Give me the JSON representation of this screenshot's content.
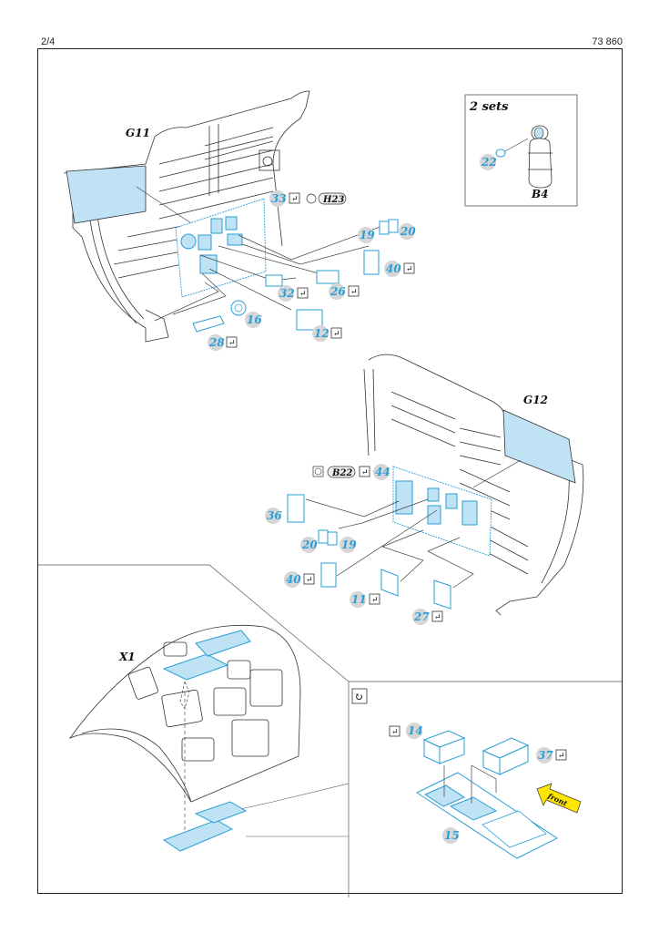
{
  "header": {
    "page": "2/4",
    "catalog": "73 860"
  },
  "colors": {
    "part_blue": "#2a9fd6",
    "part_fill": "#bfe2f5",
    "badge_gray": "#d6d6d6",
    "arrow_yellow": "#ffe600"
  },
  "sets_box": {
    "title": "2 sets",
    "part": "22",
    "ref": "B4"
  },
  "g11": {
    "label": "G11",
    "panel": {
      "part": "33",
      "ref": "H23"
    },
    "parts": [
      {
        "num": "19",
        "check": false
      },
      {
        "num": "20",
        "check": false
      },
      {
        "num": "40",
        "check": true
      },
      {
        "num": "32",
        "check": true
      },
      {
        "num": "26",
        "check": true
      },
      {
        "num": "16",
        "check": false
      },
      {
        "num": "12",
        "check": true
      },
      {
        "num": "28",
        "check": true
      }
    ]
  },
  "g12": {
    "label": "G12",
    "panel": {
      "part": "44",
      "ref": "B22"
    },
    "parts": [
      {
        "num": "36",
        "check": false
      },
      {
        "num": "20",
        "check": false
      },
      {
        "num": "19",
        "check": false
      },
      {
        "num": "40",
        "check": true
      },
      {
        "num": "11",
        "check": true
      },
      {
        "num": "27",
        "check": true
      }
    ]
  },
  "x1": {
    "label": "X1"
  },
  "detail": {
    "icon": "rotate-icon",
    "parts": [
      {
        "num": "14",
        "check": true
      },
      {
        "num": "37",
        "check": true
      },
      {
        "num": "15",
        "check": false
      }
    ],
    "front_label": "front"
  },
  "icons": {
    "check": "↵",
    "ref_symbol": "®"
  }
}
